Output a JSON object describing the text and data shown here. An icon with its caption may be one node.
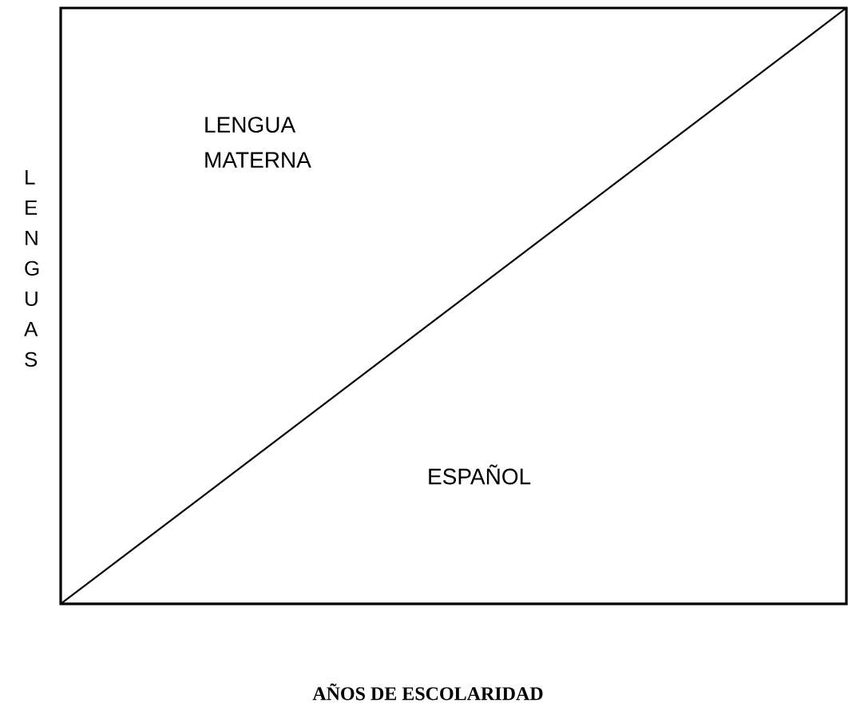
{
  "diagram": {
    "labels": [
      "LENGUA MATERNA",
      "LENGUAS",
      "ESPAÑOL",
      "AÑOS DE ESCOLARIDAD"
    ]
  }
}
